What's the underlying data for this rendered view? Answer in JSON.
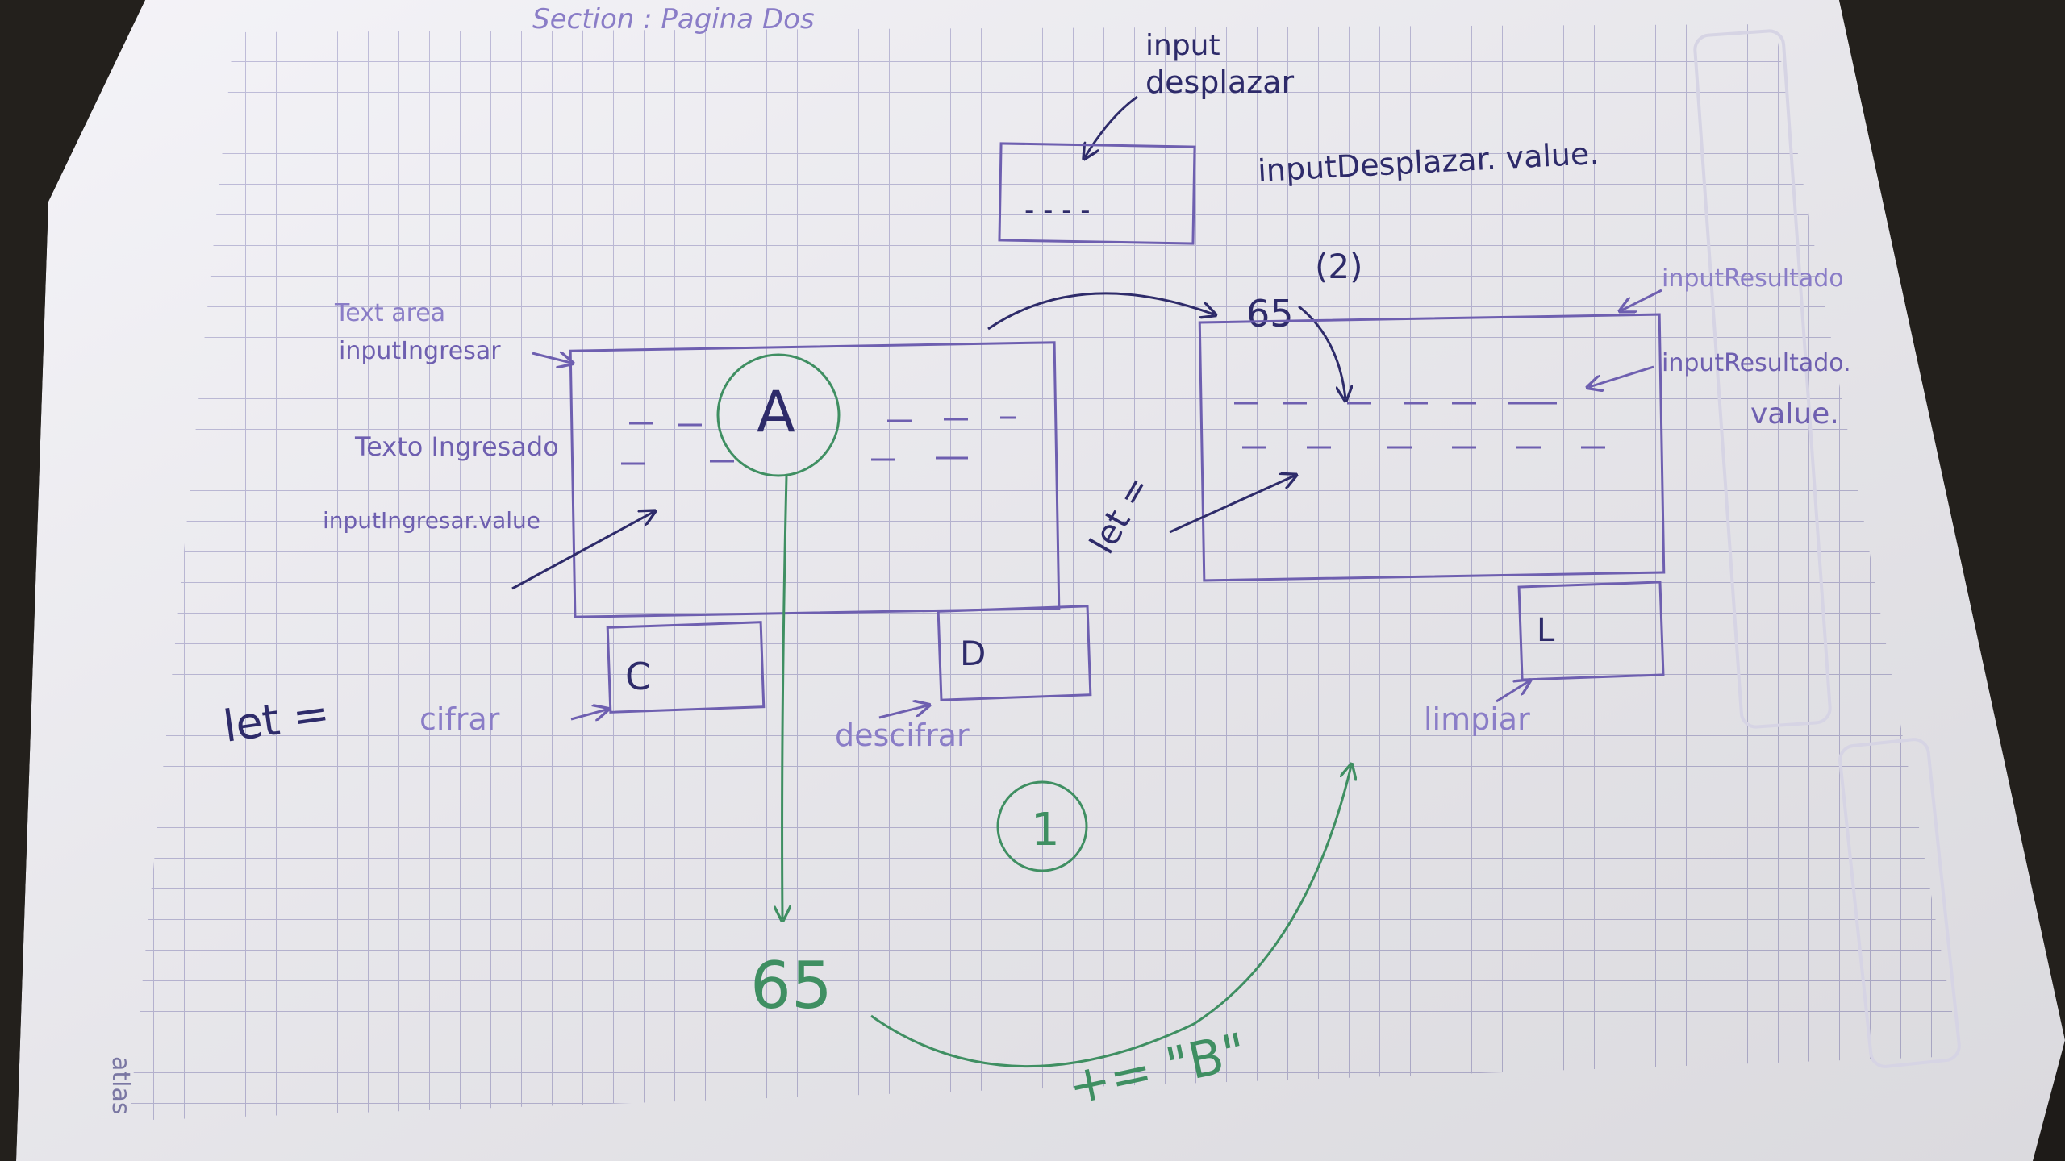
{
  "colors": {
    "paper": "#f3f2f7",
    "grid": "#b9b6d6",
    "ink_blue": "#6e5fb0",
    "ink_dark": "#2e2b6a",
    "ink_green": "#3f8f62",
    "background": "#23201c"
  },
  "header": {
    "section_label": "Section : Pagina Dos"
  },
  "input_desplazar": {
    "title_line1": "input",
    "title_line2": "desplazar",
    "placeholder": "- - - -",
    "value_label": "inputDesplazar. value."
  },
  "textarea_ingresar": {
    "label_line1": "Text area",
    "label_line2": "inputIngresar",
    "text_label": "Texto Ingresado",
    "value_label": "inputIngresar.value",
    "letter": "A"
  },
  "textarea_resultado": {
    "label": "inputResultado",
    "value_label_line1": "inputResultado.",
    "value_label_line2": "value.",
    "number": "65",
    "step": "(2)"
  },
  "buttons": {
    "cifrar_letter": "C",
    "cifrar_label": "cifrar",
    "descifrar_letter": "D",
    "descifrar_label": "descifrar",
    "limpiar_letter": "L",
    "limpiar_label": "limpiar"
  },
  "annotations": {
    "let_left": "let =",
    "let_right": "let =",
    "step_one": "1",
    "number_bottom": "65",
    "assign": "+= \"B\"",
    "margin_note": "atlas"
  }
}
